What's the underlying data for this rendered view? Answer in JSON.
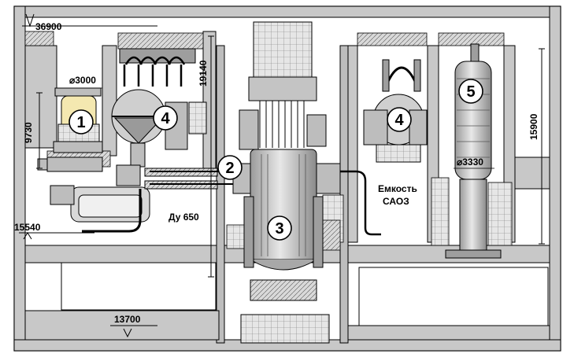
{
  "labels": {
    "elev_36900": "36900",
    "elev_15540": "15540",
    "elev_13700": "13700",
    "dim_9730": "9730",
    "dim_19140": "19140",
    "dim_15900": "15900",
    "dia_3000": "⌀3000",
    "dia_3330": "⌀3330",
    "pipe_du650": "Ду 650",
    "tank_line1": "Емкость",
    "tank_line2": "САОЗ"
  },
  "markers": [
    "1",
    "4",
    "2",
    "3",
    "4",
    "5"
  ],
  "colors": {
    "wall": "#c8c8c8",
    "wall_stroke": "#000000",
    "equipment": "#bdbdbd",
    "pressurizer": "#f4e8b0",
    "marker_fill": "#ffffff"
  }
}
